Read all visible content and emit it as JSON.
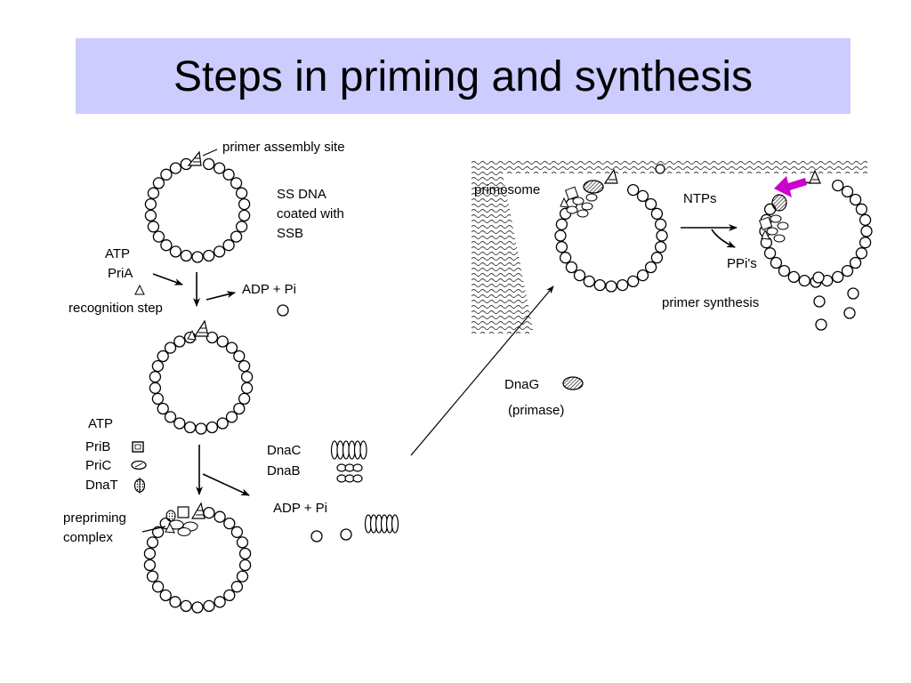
{
  "title": "Steps in priming and synthesis",
  "labels": {
    "primer_assembly_site": "primer assembly site",
    "ss_dna_line1": "SS DNA",
    "ss_dna_line2": "coated with",
    "ss_dna_line3": "SSB",
    "atp_1": "ATP",
    "pria": "PriA",
    "recognition_step": "recognition step",
    "adp_pi_1": "ADP + Pi",
    "atp_2": "ATP",
    "prib": "PriB",
    "pric": "PriC",
    "dnat": "DnaT",
    "prepriming_line1": "prepriming",
    "prepriming_line2": "complex",
    "dnac": "DnaC",
    "dnab": "DnaB",
    "adp_pi_2": "ADP + Pi",
    "dnag": "DnaG",
    "primase": "(primase)",
    "primosome": "primosome",
    "ntps": "NTPs",
    "ppis": "PPi's",
    "primer_synthesis": "primer synthesis"
  },
  "colors": {
    "title_background": "#ccccff",
    "primer_arrow": "#cc00cc",
    "line": "#000000"
  }
}
